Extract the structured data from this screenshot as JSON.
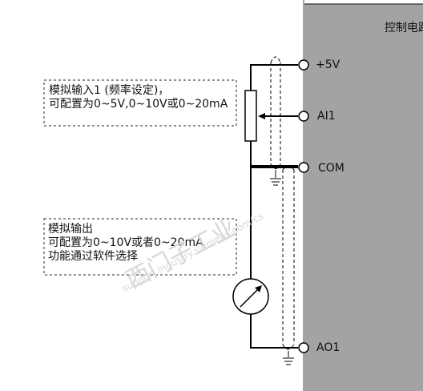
{
  "panel": {
    "title": "控制电路"
  },
  "terminals": {
    "t5v": "+5V",
    "ai1": "AI1",
    "com": "COM",
    "ao1": "AO1"
  },
  "notes": {
    "analog_input": [
      "模拟输入1 (频率设定)，",
      "可配置为0~5V,0~10V或0~20mA"
    ],
    "analog_output": [
      "模拟输出",
      "可配置为0~10V或者0~20mA",
      "功能通过软件选择"
    ]
  },
  "watermark": {
    "cn": "西门子工业",
    "site": "support.industry.siemens.com/cs"
  },
  "colors": {
    "panel_fill": "#a3a3a3",
    "line": "#000000",
    "watermark": "#d8d8d8"
  }
}
